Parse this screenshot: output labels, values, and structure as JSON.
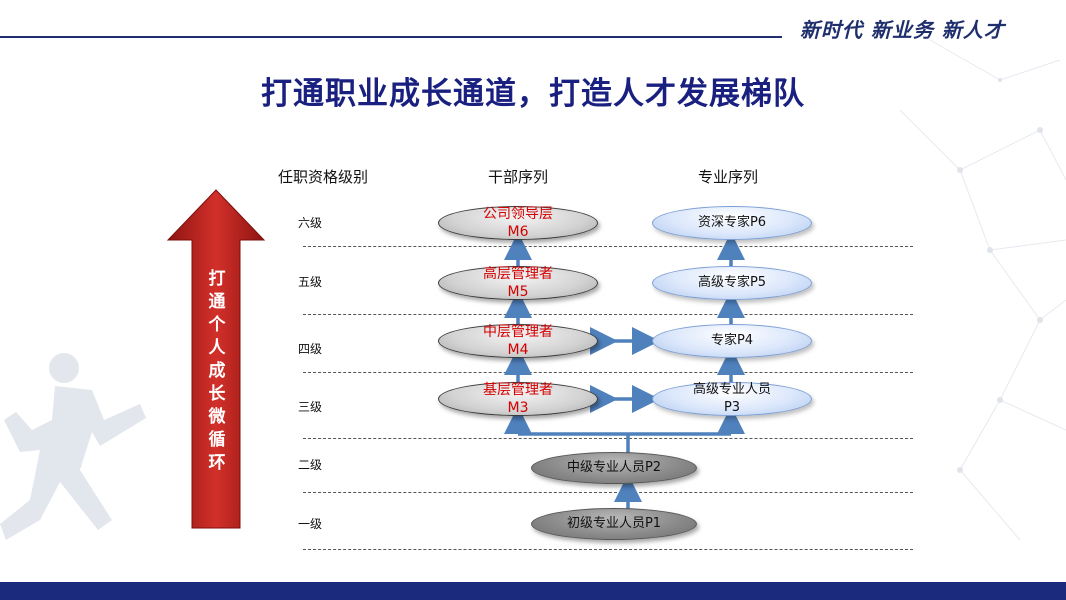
{
  "header": {
    "slogan": "新时代 新业务 新人才"
  },
  "title": "打通职业成长通道，打造人才发展梯队",
  "columns": {
    "qualification": "任职资格级别",
    "cadre": "干部序列",
    "professional": "专业序列"
  },
  "levels": [
    "六级",
    "五级",
    "四级",
    "三级",
    "二级",
    "一级"
  ],
  "arrow_text": "打通个人成长微循环",
  "cadre_nodes": [
    {
      "name": "公司领导层",
      "code": "M6"
    },
    {
      "name": "高层管理者",
      "code": "M5"
    },
    {
      "name": "中层管理者",
      "code": "M4"
    },
    {
      "name": "基层管理者",
      "code": "M3"
    }
  ],
  "professional_nodes": [
    {
      "label": "资深专家P6"
    },
    {
      "label": "高级专家P5"
    },
    {
      "label": "专家P4"
    },
    {
      "label": "高级专业人员",
      "code": "P3"
    }
  ],
  "base_nodes": [
    {
      "label": "中级专业人员P2"
    },
    {
      "label": "初级专业人员P1"
    }
  ],
  "colors": {
    "title": "#1a2080",
    "cadre_text": "#d40000",
    "connector": "#4f81bd",
    "big_arrow": "#c0231f",
    "band": "#1b2a7c"
  }
}
